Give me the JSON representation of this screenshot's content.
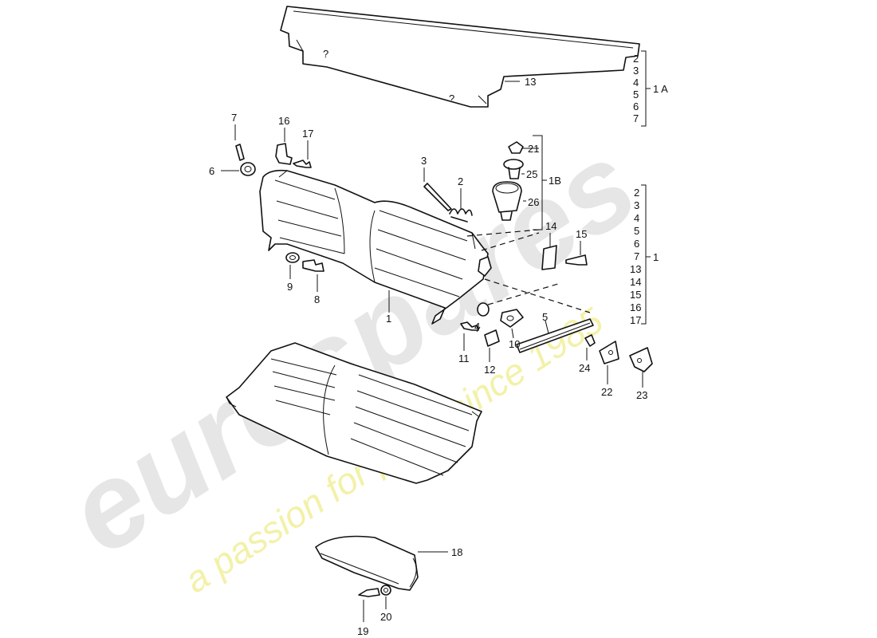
{
  "watermark": {
    "brand": "eurospares",
    "tagline": "a passion for parts since 1985",
    "brand_color": "#e6e6e6",
    "tagline_color": "#f3f1a8"
  },
  "callouts": {
    "c1": "1",
    "c2": "2",
    "c3": "3",
    "c4": "4",
    "c5": "5",
    "c6": "6",
    "c7": "7",
    "c8": "8",
    "c9": "9",
    "c10": "10",
    "c11": "11",
    "c12": "12",
    "c13": "13",
    "c14": "14",
    "c15": "15",
    "c16": "16",
    "c17": "17",
    "c18": "18",
    "c19": "19",
    "c20": "20",
    "c21": "21",
    "c22": "22",
    "c23": "23",
    "c24": "24",
    "c25": "25",
    "c26": "26",
    "c1b": "1B"
  },
  "group_1a": {
    "items": [
      "2",
      "3",
      "4",
      "5",
      "6",
      "7"
    ],
    "label": "1 A"
  },
  "group_1": {
    "items": [
      "2",
      "3",
      "4",
      "5",
      "6",
      "7",
      "13",
      "14",
      "15",
      "16",
      "17"
    ],
    "label": "1"
  }
}
